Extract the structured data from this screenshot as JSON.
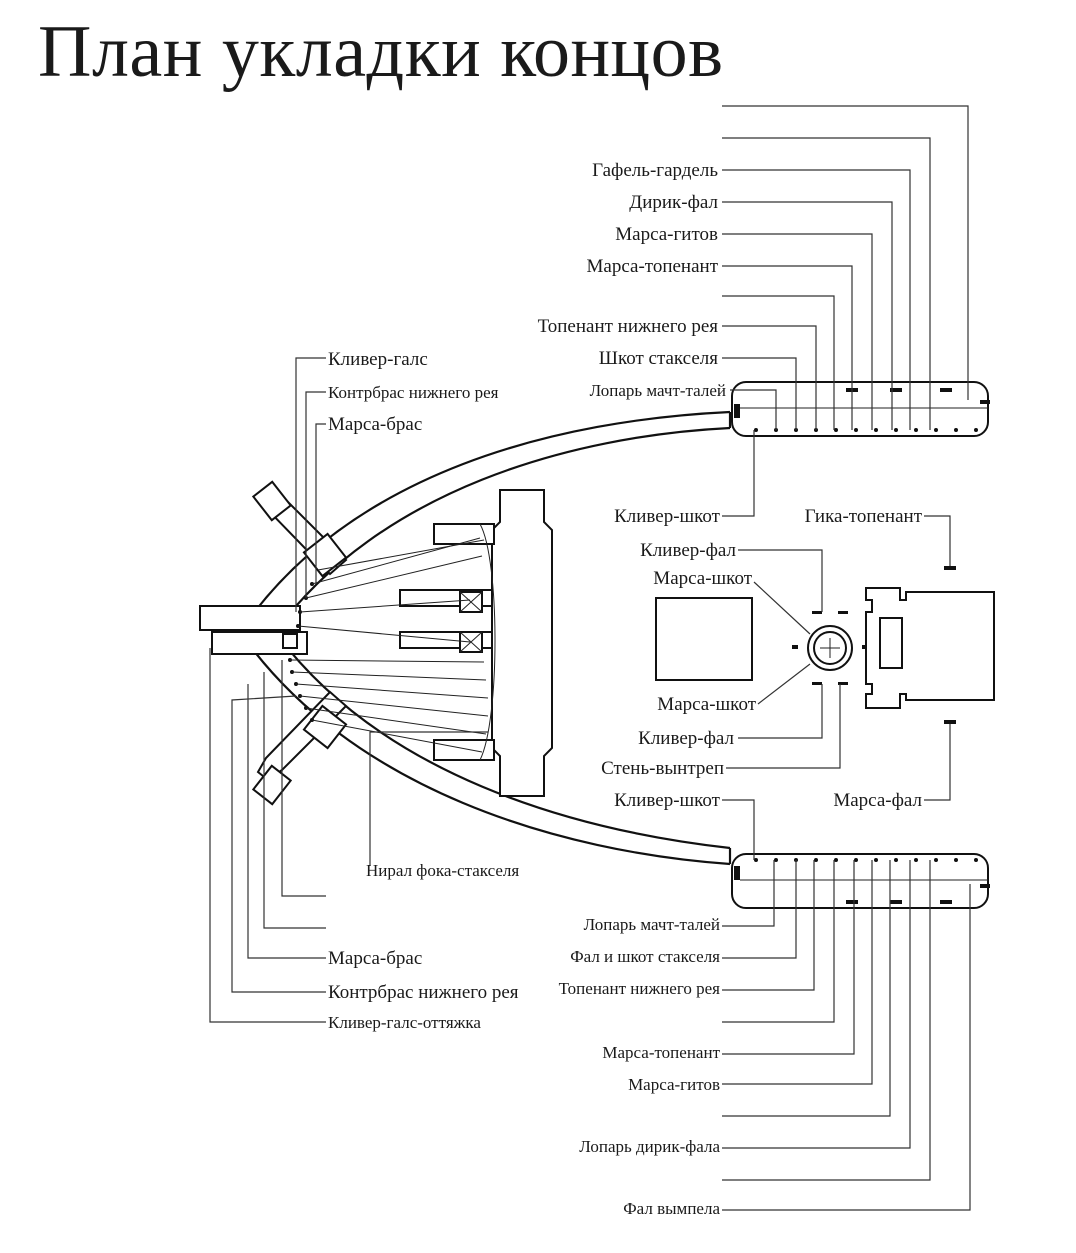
{
  "title": "План укладки концов",
  "labels": {
    "gafel_gardel": "Гафель-гардель",
    "dirik_fal": "Дирик-фал",
    "marsa_gitov_top": "Марса-гитов",
    "marsa_topenant_top": "Марса-топенант",
    "topenant_nizhnego_reya_top": "Топенант нижнего рея",
    "shkot_staksela": "Шкот стакселя",
    "lopar_macht_taley_top": "Лопарь мачт-талей",
    "kliver_gals": "Кливер-галс",
    "kontrbras_nizhnego_reya_top": "Контрбрас нижнего рея",
    "marsa_bras_top": "Марса-брас",
    "kliver_shkot_top": "Кливер-шкот",
    "gika_topenant": "Гика-топенант",
    "kliver_fal_top": "Кливер-фал",
    "marsa_shkot_top": "Марса-шкот",
    "marsa_shkot_bottom": "Марса-шкот",
    "kliver_fal_bottom": "Кливер-фал",
    "sten_vyntrep": "Стень-вынтреп",
    "kliver_shkot_bottom": "Кливер-шкот",
    "marsa_fal": "Марса-фал",
    "niral_foka_staksela": "Нирал фока-стакселя",
    "lopar_macht_taley_bottom": "Лопарь мачт-талей",
    "fal_i_shkot_staksela": "Фал и шкот стакселя",
    "topenant_nizhnego_reya_bottom": "Топенант нижнего рея",
    "marsa_bras_bottom": "Марса-брас",
    "kontrbras_nizhnego_reya_bottom": "Контрбрас нижнего рея",
    "kliver_gals_ottyazhka": "Кливер-галс-оттяжка",
    "marsa_topenant_bottom": "Марса-топенант",
    "marsa_gitov_bottom": "Марса-гитов",
    "lopar_dirik_fala": "Лопарь дирик-фала",
    "fal_vympela": "Фал вымпела"
  }
}
